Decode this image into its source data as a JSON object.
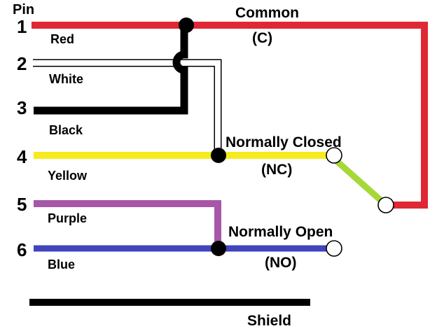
{
  "diagram_title": "Pin",
  "pins": [
    {
      "number": "1",
      "color": "Red"
    },
    {
      "number": "2",
      "color": "White"
    },
    {
      "number": "3",
      "color": "Black"
    },
    {
      "number": "4",
      "color": "Yellow"
    },
    {
      "number": "5",
      "color": "Purple"
    },
    {
      "number": "6",
      "color": "Blue"
    }
  ],
  "contacts": {
    "common_label": "Common",
    "common_abbr": "(C)",
    "nc_label": "Normally Closed",
    "nc_abbr": "(NC)",
    "no_label": "Normally Open",
    "no_abbr": "(NO)"
  },
  "shield_label": "Shield",
  "colors": {
    "red_wire": "#E02834",
    "red_text": "#ED1C24",
    "white_fill": "#FFFFFF",
    "white_text": "#9B9B9B",
    "black": "#000000",
    "yellow_wire": "#F5EB1E",
    "yellow_text": "#F5E927",
    "purple_wire": "#A757A8",
    "purple_text": "#A03DA3",
    "blue_wire": "#4144BC",
    "blue_text": "#3A41C8",
    "green_blade": "#A6D839"
  }
}
